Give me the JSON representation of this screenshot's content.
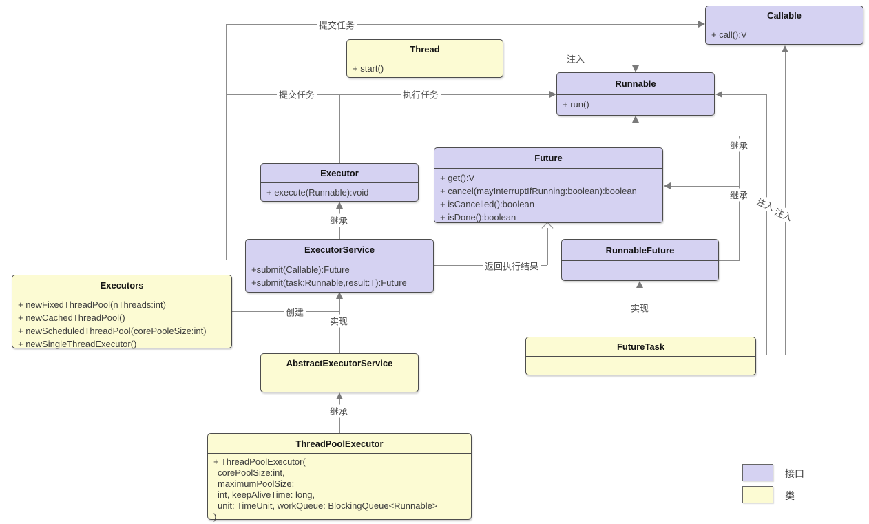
{
  "diagram_title": "Java Executor framework UML class diagram",
  "colors": {
    "interface_fill": "#d5d2f2",
    "class_fill": "#fcfbd3",
    "line": "#8c8c8c",
    "box_border": "#4d4d4d"
  },
  "classes": {
    "callable": {
      "title": "Callable",
      "kind": "interface",
      "members": [
        "+ call():V"
      ]
    },
    "thread": {
      "title": "Thread",
      "kind": "class",
      "members": [
        "+ start()"
      ]
    },
    "runnable": {
      "title": "Runnable",
      "kind": "interface",
      "members": [
        "+ run()"
      ]
    },
    "executor": {
      "title": "Executor",
      "kind": "interface",
      "members": [
        "+ execute(Runnable):void"
      ]
    },
    "future": {
      "title": "Future",
      "kind": "interface",
      "members": [
        "+ get():V",
        "+ cancel(mayInterruptIfRunning:boolean):boolean",
        "+ isCancelled():boolean",
        "+ isDone():boolean"
      ]
    },
    "executor_service": {
      "title": "ExecutorService",
      "kind": "interface",
      "members": [
        "+submit(Callable):Future",
        "+submit(task:Runnable,result:T):Future"
      ]
    },
    "runnable_future": {
      "title": "RunnableFuture",
      "kind": "interface",
      "members": []
    },
    "executors": {
      "title": "Executors",
      "kind": "class",
      "members": [
        "+ newFixedThreadPool(nThreads:int)",
        "+ newCachedThreadPool()",
        "+ newScheduledThreadPool(corePooleSize:int)",
        "+ newSingleThreadExecutor()"
      ]
    },
    "abstract_executor_service": {
      "title": "AbstractExecutorService",
      "kind": "class",
      "members": []
    },
    "future_task": {
      "title": "FutureTask",
      "kind": "class",
      "members": []
    },
    "thread_pool_executor": {
      "title": "ThreadPoolExecutor",
      "kind": "class",
      "members": [
        "+ ThreadPoolExecutor(",
        "corePoolSize:int,",
        "maximumPoolSize:",
        "int, keepAliveTime: long,",
        "unit: TimeUnit, workQueue: BlockingQueue<Runnable>",
        ")"
      ]
    }
  },
  "labels": {
    "submit_task": "提交任务",
    "execute_task": "执行任务",
    "inject": "注入",
    "inherit": "继承",
    "implement": "实现",
    "create": "创建",
    "return_result": "返回执行结果"
  },
  "legend": {
    "interface": "接口",
    "class": "类"
  }
}
